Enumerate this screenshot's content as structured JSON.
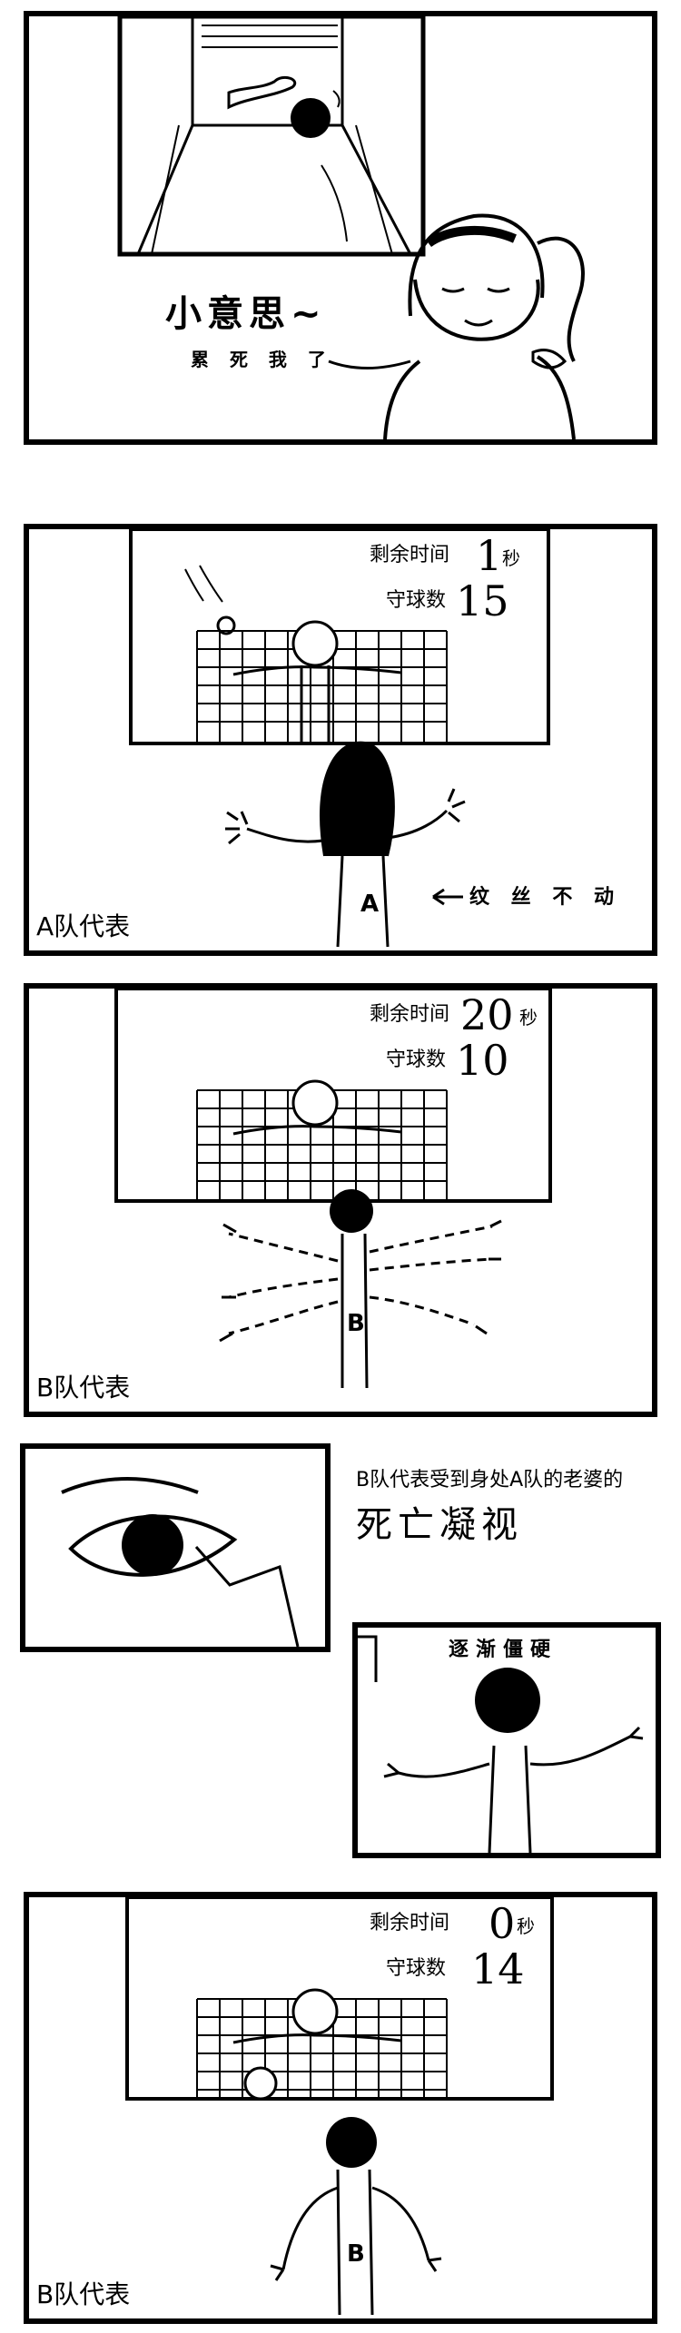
{
  "panel1": {
    "title": "小意思~",
    "subtitle": "累 死 我 了"
  },
  "panel2": {
    "label_time": "剩余时间",
    "time": "1",
    "unit": "秒",
    "label_saves": "守球数",
    "saves": "15",
    "note": "纹 丝 不 动",
    "jersey": "A",
    "caption": "A队代表"
  },
  "panel3": {
    "label_time": "剩余时间",
    "time": "20",
    "unit": "秒",
    "label_saves": "守球数",
    "saves": "10",
    "jersey": "B",
    "caption": "B队代表"
  },
  "panel4": {
    "narration": "B队代表受到身处A队的老婆的",
    "headline": "死亡凝视",
    "reaction": "逐渐僵硬"
  },
  "panel5": {
    "label_time": "剩余时间",
    "time": "0",
    "unit": "秒",
    "label_saves": "守球数",
    "saves": "14",
    "jersey": "B",
    "caption": "B队代表"
  }
}
